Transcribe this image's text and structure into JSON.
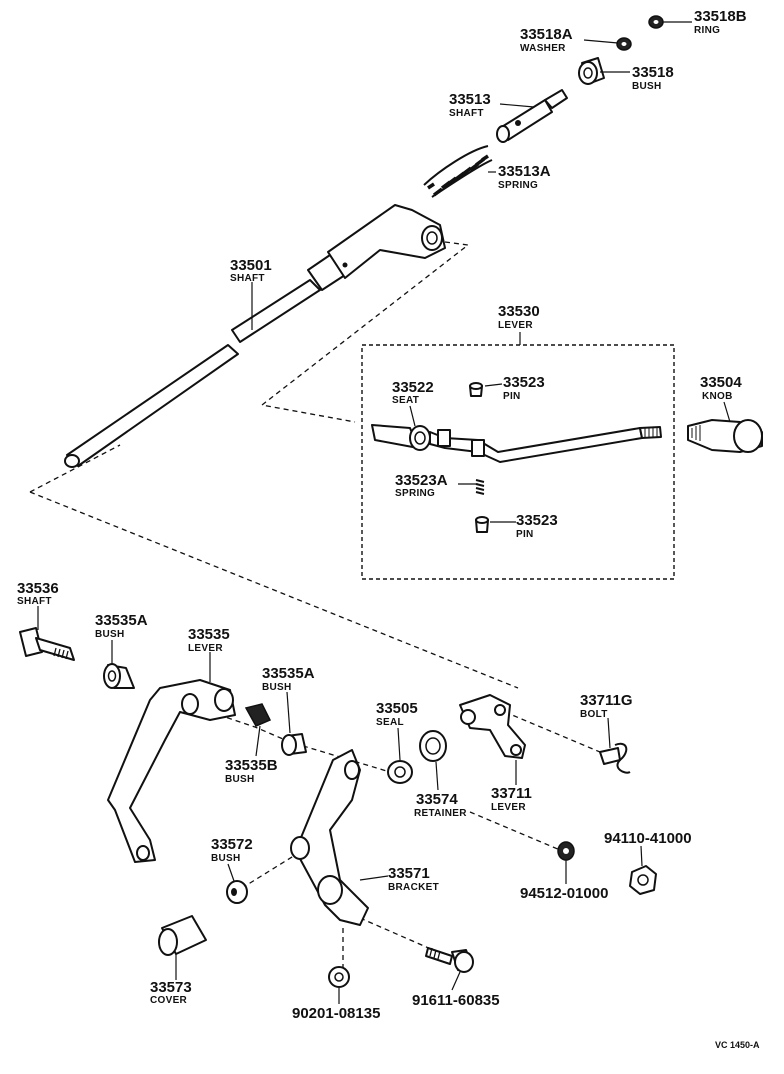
{
  "parts": {
    "p33518B": {
      "number": "33518B",
      "name": "RING"
    },
    "p33518A": {
      "number": "33518A",
      "name": "WASHER"
    },
    "p33518": {
      "number": "33518",
      "name": "BUSH"
    },
    "p33513": {
      "number": "33513",
      "name": "SHAFT"
    },
    "p33513A": {
      "number": "33513A",
      "name": "SPRING"
    },
    "p33501": {
      "number": "33501",
      "name": "SHAFT"
    },
    "p33530": {
      "number": "33530",
      "name": "LEVER"
    },
    "p33522": {
      "number": "33522",
      "name": "SEAT"
    },
    "p33523_top": {
      "number": "33523",
      "name": "PIN"
    },
    "p33504": {
      "number": "33504",
      "name": "KNOB"
    },
    "p33523A": {
      "number": "33523A",
      "name": "SPRING"
    },
    "p33523_bottom": {
      "number": "33523",
      "name": "PIN"
    },
    "p33536": {
      "number": "33536",
      "name": "SHAFT"
    },
    "p33535A_left": {
      "number": "33535A",
      "name": "BUSH"
    },
    "p33535": {
      "number": "33535",
      "name": "LEVER"
    },
    "p33535A_right": {
      "number": "33535A",
      "name": "BUSH"
    },
    "p33505": {
      "number": "33505",
      "name": "SEAL"
    },
    "p33711G": {
      "number": "33711G",
      "name": "BOLT"
    },
    "p33535B": {
      "number": "33535B",
      "name": "BUSH"
    },
    "p33574": {
      "number": "33574",
      "name": "RETAINER"
    },
    "p33711": {
      "number": "33711",
      "name": "LEVER"
    },
    "p94110": {
      "number": "94110-41000"
    },
    "p33572": {
      "number": "33572",
      "name": "BUSH"
    },
    "p33571": {
      "number": "33571",
      "name": "BRACKET"
    },
    "p94512": {
      "number": "94512-01000"
    },
    "p33573": {
      "number": "33573",
      "name": "COVER"
    },
    "p90201": {
      "number": "90201-08135"
    },
    "p91611": {
      "number": "91611-60835"
    }
  },
  "figure_code": "VC 1450-A"
}
